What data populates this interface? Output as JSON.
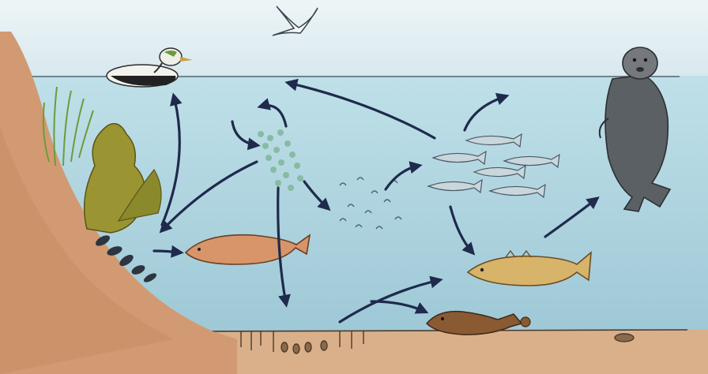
{
  "scene": {
    "title": "",
    "labels": [],
    "organisms": [
      "eider-duck",
      "tern",
      "grey-seal",
      "seaweed-kelp",
      "seagrass",
      "mussels",
      "plankton-cloud",
      "zooplankton",
      "herring-school",
      "flatfish",
      "cod",
      "sculpin",
      "bottom-invertebrates"
    ],
    "colors": {
      "sky": "#dbe9ee",
      "water": "#a9cfdc",
      "shore": "#d49a74",
      "seabed": "#d9b08a",
      "arrow": "#1f2a4d",
      "seaweed": "#8a8a2c",
      "seal": "#5b6065"
    }
  }
}
